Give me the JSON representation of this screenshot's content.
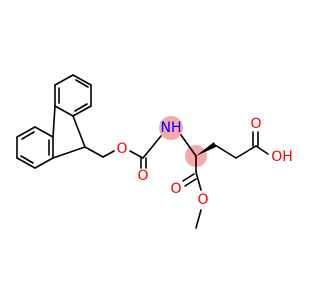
{
  "molecule": {
    "atoms": {
      "ester_oxygen": "O",
      "carbamate_oxygen": "O",
      "amide_nitrogen": "NH",
      "ester_carbonyl_oxygen": "O",
      "methoxy_oxygen": "O",
      "acid_carbonyl_oxygen": "O",
      "acid_hydroxyl": "OH"
    },
    "colors": {
      "bond": "#000000",
      "oxygen": "#ff0000",
      "nitrogen": "#0000ff",
      "highlight": "#f4a0a0"
    }
  }
}
